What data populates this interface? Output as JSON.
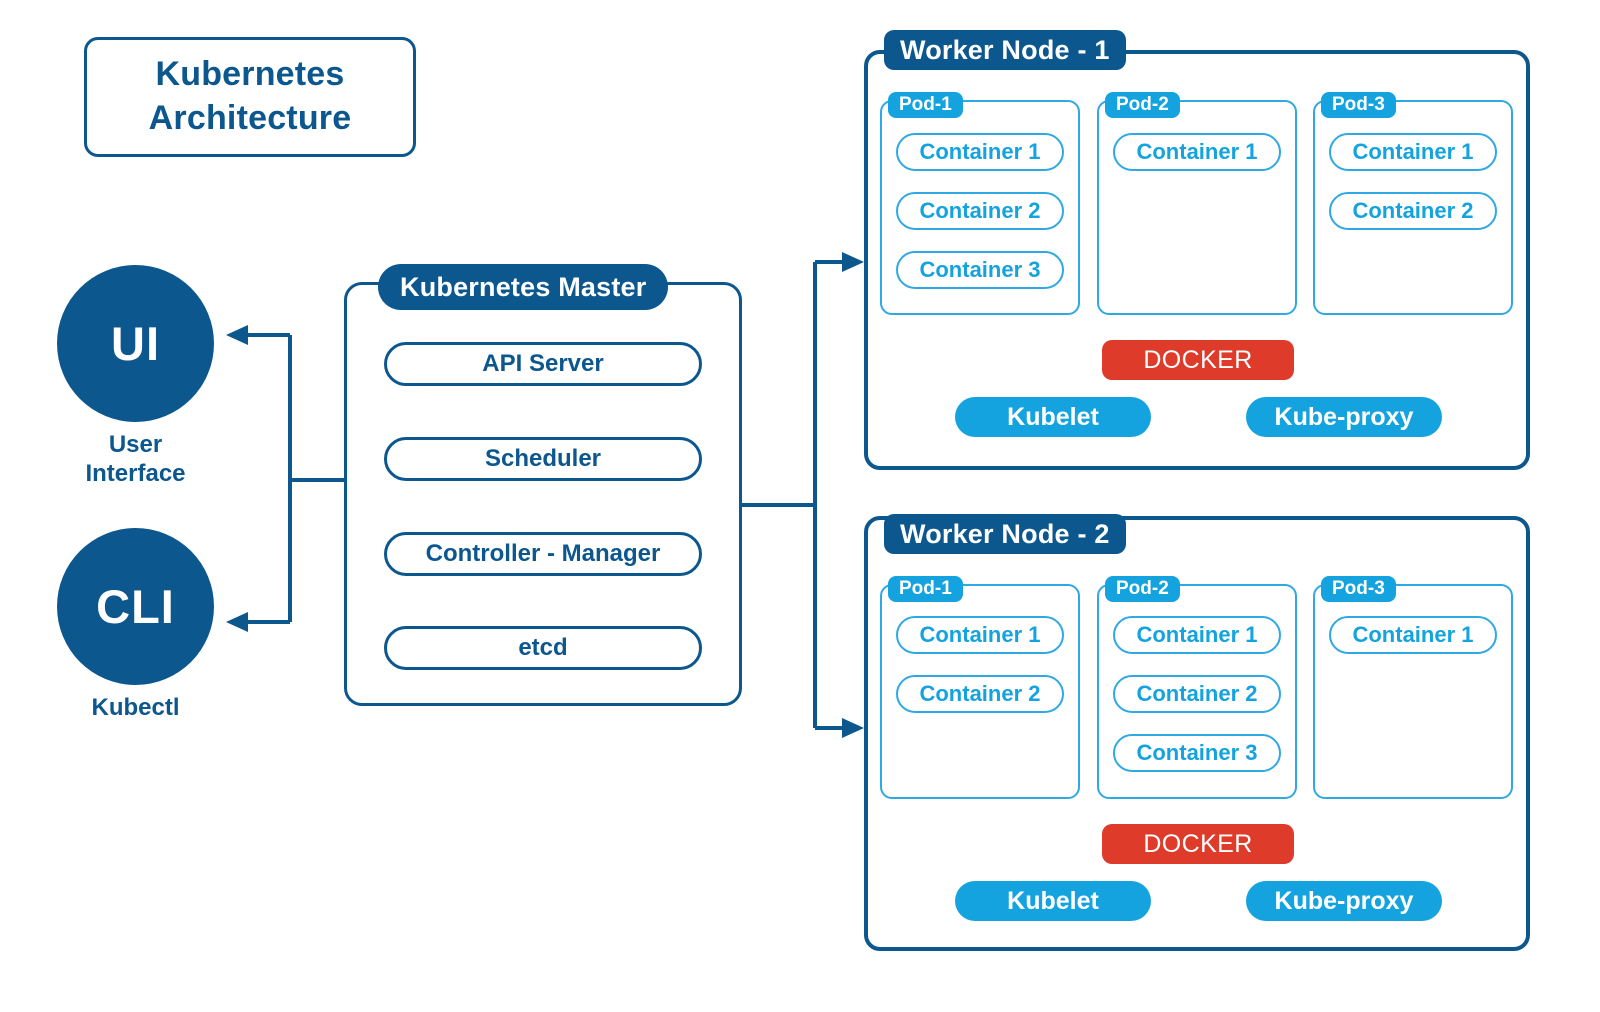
{
  "title": {
    "line1": "Kubernetes",
    "line2": "Architecture"
  },
  "clients": [
    {
      "id": "ui",
      "abbr": "UI",
      "caption_line1": "User",
      "caption_line2": "Interface"
    },
    {
      "id": "cli",
      "abbr": "CLI",
      "caption_line1": "Kubectl",
      "caption_line2": ""
    }
  ],
  "master": {
    "chip_label": "Kubernetes Master",
    "components": [
      {
        "label": "API Server"
      },
      {
        "label": "Scheduler"
      },
      {
        "label": "Controller - Manager"
      },
      {
        "label": "etcd"
      }
    ]
  },
  "workers": [
    {
      "chip_label": "Worker Node - 1",
      "pods": [
        {
          "label": "Pod-1",
          "containers": [
            "Container 1",
            "Container 2",
            "Container 3"
          ]
        },
        {
          "label": "Pod-2",
          "containers": [
            "Container 1"
          ]
        },
        {
          "label": "Pod-3",
          "containers": [
            "Container 1",
            "Container 2"
          ]
        }
      ],
      "runtime_label": "DOCKER",
      "agents": [
        "Kubelet",
        "Kube-proxy"
      ]
    },
    {
      "chip_label": "Worker Node - 2",
      "pods": [
        {
          "label": "Pod-1",
          "containers": [
            "Container 1",
            "Container 2"
          ]
        },
        {
          "label": "Pod-2",
          "containers": [
            "Container 1",
            "Container 2",
            "Container 3"
          ]
        },
        {
          "label": "Pod-3",
          "containers": [
            "Container 1"
          ]
        }
      ],
      "runtime_label": "DOCKER",
      "agents": [
        "Kubelet",
        "Kube-proxy"
      ]
    }
  ],
  "colors": {
    "dark_blue": "#0B578E",
    "bright_blue": "#15A3DF",
    "pod_border": "#2FA8E4",
    "docker_red": "#DE3B2B",
    "background": "#FFFFFF"
  }
}
